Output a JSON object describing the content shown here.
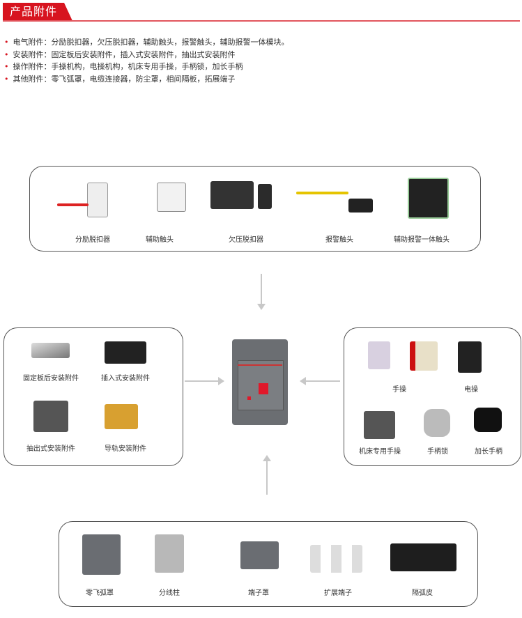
{
  "header": {
    "title": "产品附件"
  },
  "list": [
    "电气附件：分励脱扣器，欠压脱扣器，辅助触头，报警触头，辅助报警一体模块。",
    "安装附件：固定板后安装附件，插入式安装附件，抽出式安装附件",
    "操作附件：手操机构，电操机构，机床专用手操，手柄锁，加长手柄",
    "其他附件：零飞弧罩，电缆连接器，防尘罩，相间隔板，拓展端子"
  ],
  "electrical": [
    "分励脱扣器",
    "辅助触头",
    "欠压脱扣器",
    "报警触头",
    "辅助报警一体触头"
  ],
  "mounting": [
    "固定板后安装附件",
    "插入式安装附件",
    "抽出式安装附件",
    "导轨安装附件"
  ],
  "operating": [
    "手操",
    "电操",
    "机床专用手操",
    "手柄锁",
    "加长手柄"
  ],
  "other": [
    "零飞弧罩",
    "分线柱",
    "端子罩",
    "扩展端子",
    "隔弧皮"
  ],
  "colors": {
    "accent": "#d7141f"
  }
}
